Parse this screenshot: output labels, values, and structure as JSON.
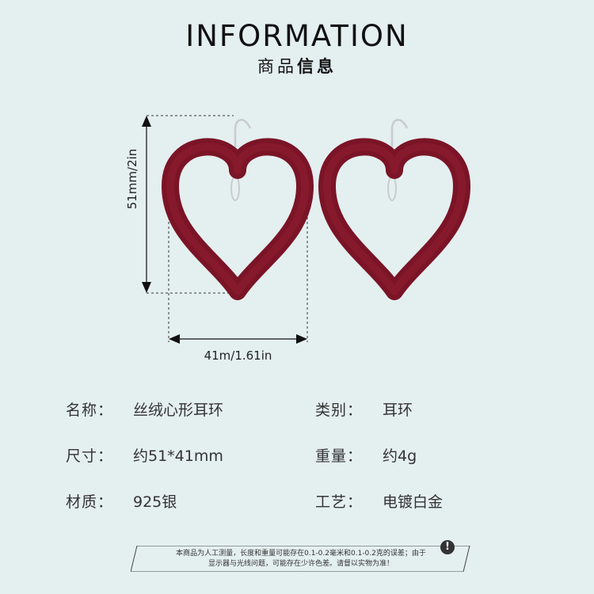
{
  "header": {
    "title": "INFORMATION",
    "subtitle_a": "商品",
    "subtitle_b": "信息"
  },
  "dimensions": {
    "width_label": "41m/1.61in",
    "height_label": "51mm/2in"
  },
  "specs": [
    {
      "label": "名称：",
      "value": "丝绒心形耳环"
    },
    {
      "label": "类别：",
      "value": "耳环"
    },
    {
      "label": "尺寸：",
      "value": "约51*41mm"
    },
    {
      "label": "重量：",
      "value": "约4g"
    },
    {
      "label": "材质：",
      "value": "925银"
    },
    {
      "label": "工艺：",
      "value": "电镀白金"
    }
  ],
  "notice": {
    "line1": "本商品为人工测量，长度和重量可能存在0.1-0.2毫米和0.1-0.2克的误差；由于",
    "line2": "显示器与光线问题，可能存在少许色差。请督以实物为准！",
    "icon": "exclamation-icon"
  },
  "colors": {
    "background": "#e4eff0",
    "velvet": "#7a1426",
    "silver": "#c8ccd0"
  }
}
